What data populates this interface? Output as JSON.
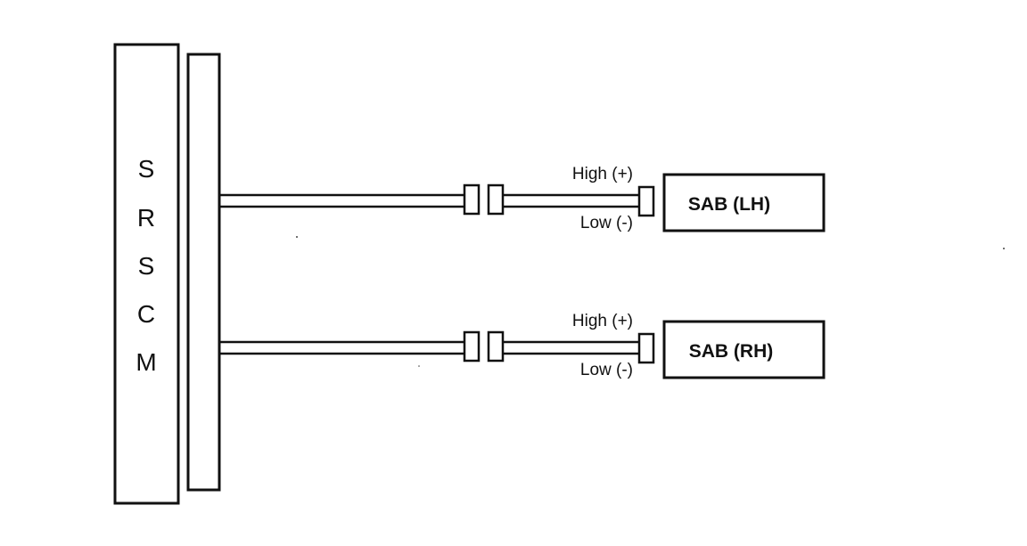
{
  "diagram": {
    "module": {
      "letters": [
        "S",
        "R",
        "S",
        "C",
        "M"
      ]
    },
    "circuits": [
      {
        "high_label": "High (+)",
        "low_label": "Low (-)",
        "component_label": "SAB (LH)"
      },
      {
        "high_label": "High (+)",
        "low_label": "Low (-)",
        "component_label": "SAB (RH)"
      }
    ],
    "colors": {
      "line": "#111111",
      "background": "#ffffff"
    }
  }
}
